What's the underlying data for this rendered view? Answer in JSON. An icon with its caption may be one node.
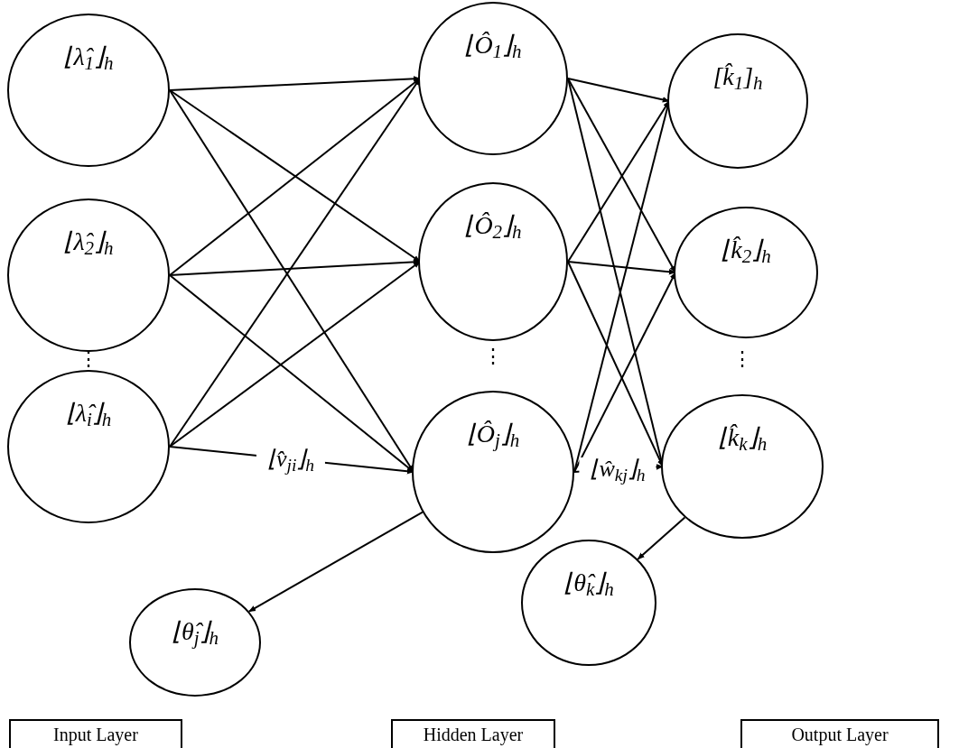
{
  "diagram": {
    "nodes": [
      {
        "text": [
          "⌊λ̂$_{1}$⌋$_{h}$"
        ]
      },
      {
        "text": [
          "⌊λ̂$_{2}$⌋$_{h}$"
        ]
      },
      {
        "text": [
          "⌊λ̂$_{i}$⌋$_{h}$"
        ]
      },
      {
        "text": [
          "⌊Ô$_{1}$⌋$_{h}$"
        ]
      },
      {
        "text": [
          "⌊Ô$_{2}$⌋$_{h}$"
        ]
      },
      {
        "text": [
          "⌊Ô$_{j}$⌋$_{h}$"
        ]
      },
      {
        "text": [
          "⌊θ̂$_{j}$⌋$_{h}$"
        ]
      },
      {
        "text": [
          "[k̂$_{1}$]$_{h}$"
        ]
      },
      {
        "text": [
          "⌊k̂$_{2}$⌋$_{h}$"
        ]
      },
      {
        "text": [
          "⌊k̂$_{k}$⌋$_{h}$"
        ]
      },
      {
        "text": [
          "⌊θ̂$_{k}$⌋$_{h}$"
        ]
      },
      {
        "text": [
          "Input Layer"
        ]
      },
      {
        "text": [
          "Hidden Layer"
        ]
      },
      {
        "text": [
          "Output Layer"
        ]
      }
    ],
    "edges": [
      {
        "from": 0,
        "to": 3,
        "arrow": "to"
      },
      {
        "from": 0,
        "to": 4,
        "arrow": "to"
      },
      {
        "from": 0,
        "to": 5,
        "arrow": "to"
      },
      {
        "from": 1,
        "to": 3,
        "arrow": "to"
      },
      {
        "from": 1,
        "to": 4,
        "arrow": "to"
      },
      {
        "from": 1,
        "to": 5,
        "arrow": "to"
      },
      {
        "from": 2,
        "to": 3,
        "arrow": "to"
      },
      {
        "from": 2,
        "to": 4,
        "arrow": "to"
      },
      {
        "from": 2,
        "to": 5,
        "label": "⌊v̂$_{ji}$⌋$_{h}$",
        "arrow": "to"
      },
      {
        "from": 3,
        "to": 7,
        "arrow": "to"
      },
      {
        "from": 3,
        "to": 8,
        "arrow": "to"
      },
      {
        "from": 3,
        "to": 9,
        "arrow": "to"
      },
      {
        "from": 4,
        "to": 7,
        "arrow": "to"
      },
      {
        "from": 4,
        "to": 8,
        "arrow": "to"
      },
      {
        "from": 4,
        "to": 9,
        "arrow": "to"
      },
      {
        "from": 5,
        "to": 7,
        "arrow": "to"
      },
      {
        "from": 5,
        "to": 8,
        "arrow": "to"
      },
      {
        "from": 5,
        "to": 9,
        "label": "⌊ŵ$_{kj}$⌋$_{h}$",
        "arrow": "to"
      },
      {
        "from": 5,
        "to": 6,
        "arrow": "to"
      },
      {
        "from": 9,
        "to": 10,
        "arrow": "to"
      }
    ],
    "labels": [
      "⋮",
      "⋮",
      "⋮"
    ]
  }
}
